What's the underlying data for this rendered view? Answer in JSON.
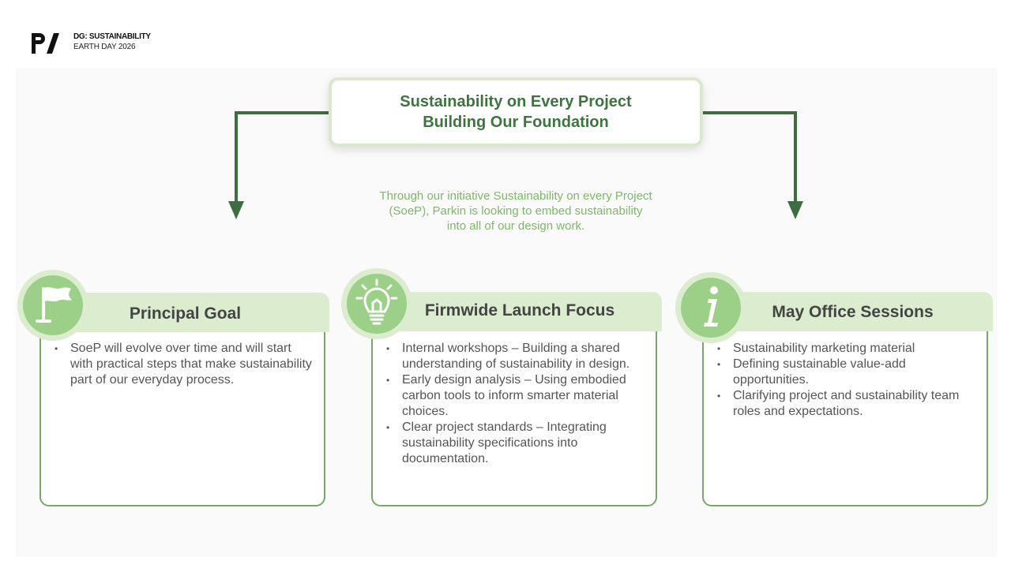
{
  "brand": {
    "line1": "DG: SUSTAINABILITY",
    "line2": "EARTH DAY 2026"
  },
  "title": {
    "line1": "Sustainability on Every Project",
    "line2": "Building Our Foundation"
  },
  "intro": {
    "line1": "Through our initiative Sustainability on every Project",
    "line2": "(SoeP), Parkin is looking to embed sustainability",
    "line3": "into all of our design work."
  },
  "cards": [
    {
      "title": "Principal Goal",
      "icon": "flag-icon",
      "items": [
        "SoeP will evolve over time and will start with practical steps that make sustainability part of our everyday process."
      ]
    },
    {
      "title": "Firmwide Launch Focus",
      "icon": "lightbulb-icon",
      "items": [
        "Internal workshops – Building a shared understanding of  sustainability in design.",
        "Early design analysis – Using embodied carbon tools to inform smarter material choices.",
        "Clear project standards – Integrating sustainability specifications into documentation."
      ]
    },
    {
      "title": "May Office Sessions",
      "icon": "info-icon",
      "items": [
        "Sustainability marketing material",
        "Defining sustainable value-add opportunities.",
        "Clarifying project and sustainability team roles and expectations."
      ]
    }
  ],
  "colors": {
    "accent_dark": "#3e6d40",
    "accent_light": "#dbeccf",
    "border": "#78a86a",
    "intro_text": "#7fb76b"
  }
}
